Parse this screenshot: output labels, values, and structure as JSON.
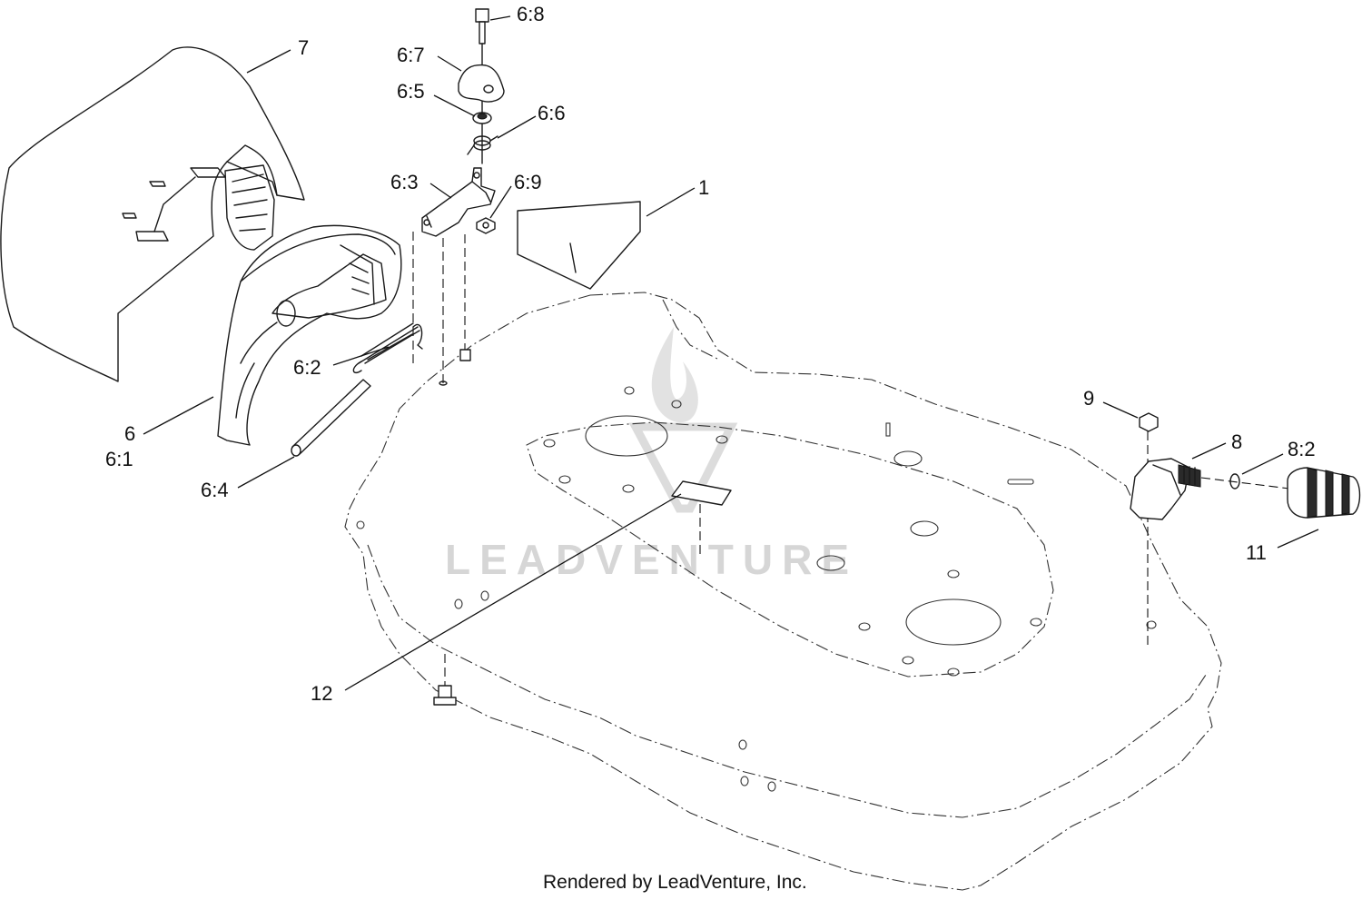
{
  "callouts": {
    "c_6_8": "6:8",
    "c_6_7": "6:7",
    "c_6_5": "6:5",
    "c_6_6": "6:6",
    "c_6_3": "6:3",
    "c_6_9": "6:9",
    "c_1": "1",
    "c_7": "7",
    "c_6_2": "6:2",
    "c_6": "6",
    "c_6_1": "6:1",
    "c_6_4": "6:4",
    "c_9": "9",
    "c_8": "8",
    "c_8_2": "8:2",
    "c_11": "11",
    "c_12": "12"
  },
  "watermark": "LEADVENTURE",
  "footer": "Rendered by LeadVenture, Inc.",
  "colors": {
    "line": "#1a1a1a",
    "watermark": "#d6d6d6",
    "background": "#ffffff"
  }
}
